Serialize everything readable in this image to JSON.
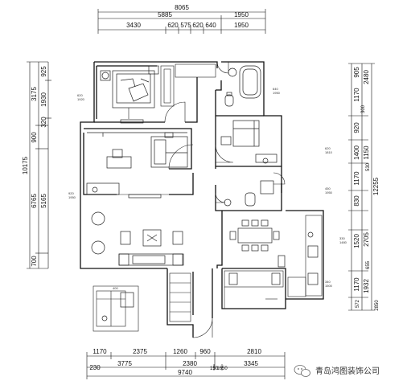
{
  "dimensions": {
    "top_overall": "8065",
    "top_row1": [
      "5885",
      "1950"
    ],
    "top_row2": [
      "3430",
      "620",
      "575",
      "620",
      "640",
      "1950"
    ],
    "left_overall": "10175",
    "left_outer": [
      "3175",
      "900",
      "6765",
      "700"
    ],
    "left_inner": [
      "925",
      "1930",
      "320",
      "5165"
    ],
    "right_outer": [
      "2480",
      "12255"
    ],
    "right_mid": [
      "905",
      "1170",
      "300",
      "920",
      "1150",
      "1400",
      "530",
      "1170",
      "830",
      "2705",
      "1520",
      "655",
      "1170",
      "1932",
      "572",
      "2850"
    ],
    "bottom_row1": [
      "1170",
      "2375",
      "1260",
      "960",
      "2810"
    ],
    "bottom_row2": [
      "230",
      "3775",
      "2380",
      "150",
      "1650",
      "3345"
    ],
    "bottom_overall": "9740"
  },
  "room_labels": [
    {
      "text": "620\n1920"
    },
    {
      "text": "640\n1950"
    },
    {
      "text": "620\n1810"
    },
    {
      "text": "450\n1950"
    },
    {
      "text": "920\n1950"
    },
    {
      "text": "330\n1480"
    },
    {
      "text": "340\n1500"
    },
    {
      "text": "400"
    }
  ],
  "watermark": "青岛鸿图装饰公司",
  "watermark_icon": "wechat-logo-icon"
}
